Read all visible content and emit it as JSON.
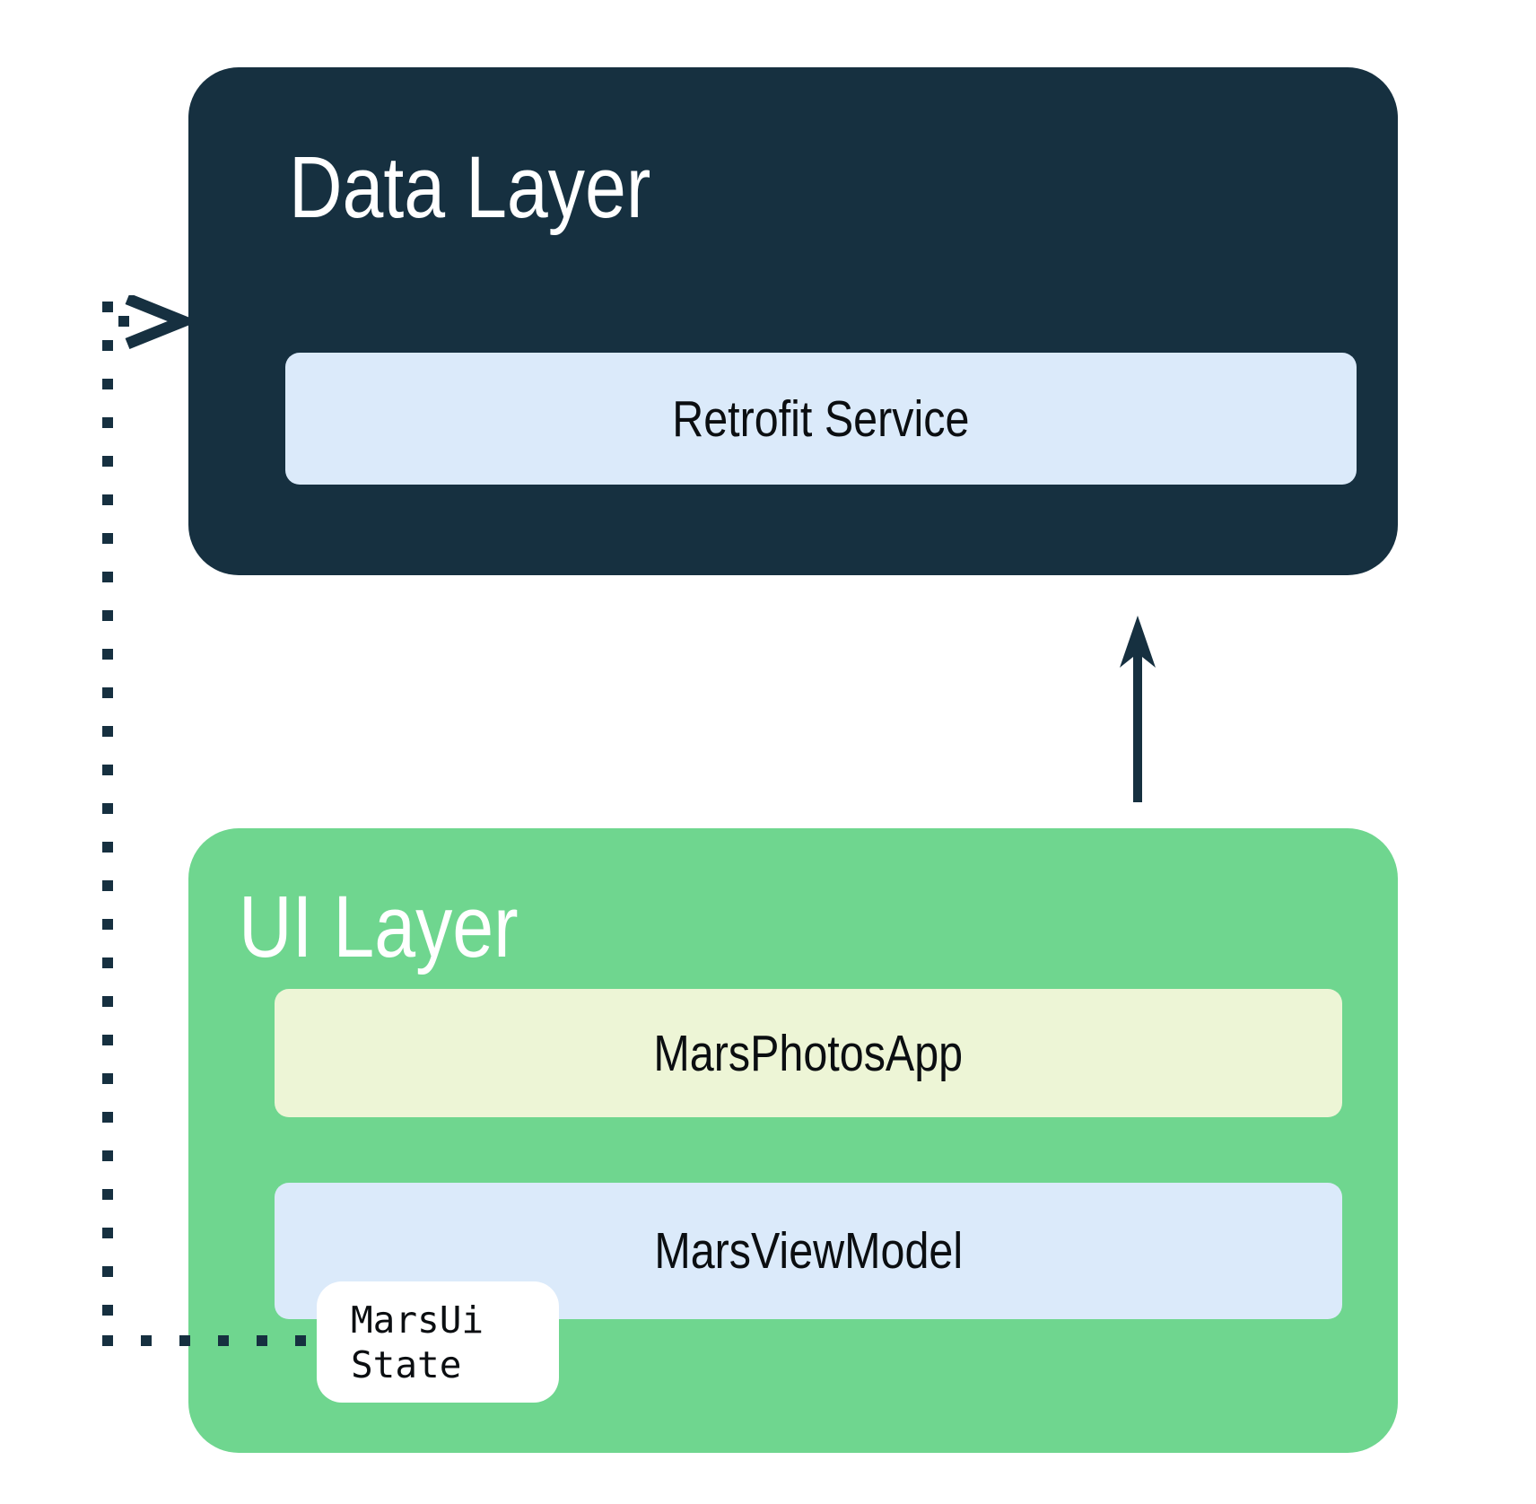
{
  "diagram": {
    "data_layer": {
      "title": "Data Layer",
      "retrofit_label": "Retrofit Service"
    },
    "ui_layer": {
      "title": "UI Layer",
      "marsphotosapp_label": "MarsPhotosApp",
      "marsviewmodel_label": "MarsViewModel"
    },
    "marsui_state": {
      "line1": "MarsUi",
      "line2": "State"
    }
  },
  "colors": {
    "navy": "#163040",
    "green": "#6FD68F",
    "light_blue": "#DBEAFA",
    "pale_yellow": "#EDF5D6",
    "card_white": "#FFFFFF",
    "text_dark": "#0B0E11",
    "text_light": "#FFFFFF"
  }
}
